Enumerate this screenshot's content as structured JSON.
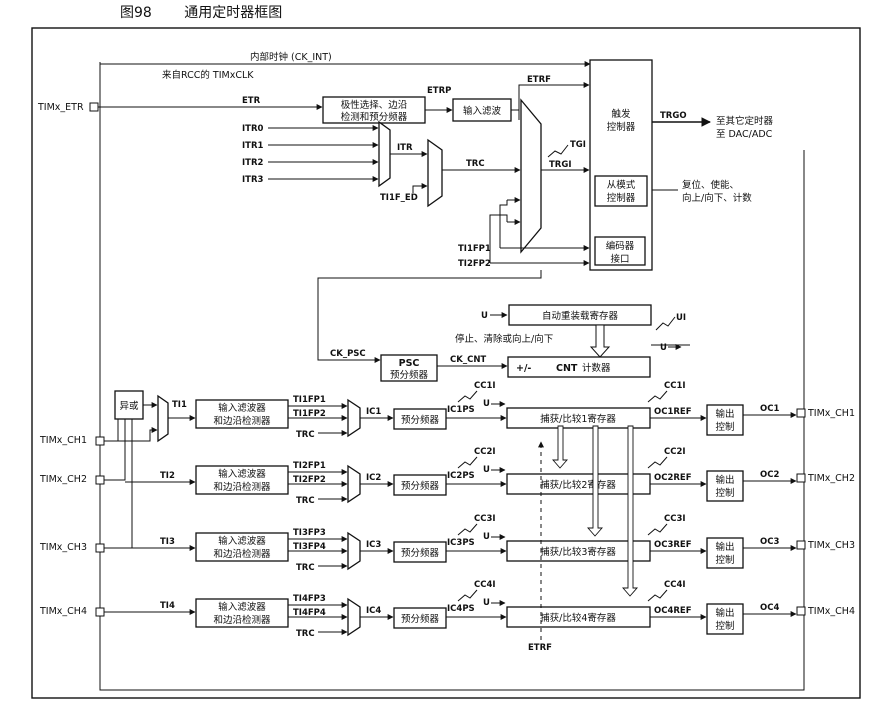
{
  "caption": {
    "number": "图98",
    "title": "通用定时器框图"
  },
  "pins": {
    "etr": "TIMx_ETR",
    "ch1_in": "TIMx_CH1",
    "ch2_in": "TIMx_CH2",
    "ch3_in": "TIMx_CH3",
    "ch4_in": "TIMx_CH4",
    "ch1_out": "TIMx_CH1",
    "ch2_out": "TIMx_CH2",
    "ch3_out": "TIMx_CH3",
    "ch4_out": "TIMx_CH4"
  },
  "clock": {
    "ck_int": "内部时钟 (CK_INT)",
    "rcc": "来自RCC的 TIMxCLK"
  },
  "signals": {
    "etr": "ETR",
    "etrp": "ETRP",
    "etrf": "ETRF",
    "itr0": "ITR0",
    "itr1": "ITR1",
    "itr2": "ITR2",
    "itr3": "ITR3",
    "itr": "ITR",
    "trc": "TRC",
    "ti1f_ed": "TI1F_ED",
    "tgi": "TGI",
    "trgi": "TRGI",
    "trgo": "TRGO",
    "ti1fp1": "TI1FP1",
    "ti2fp2": "TI2FP2",
    "ck_psc": "CK_PSC",
    "ck_cnt": "CK_CNT",
    "pm": "+/-",
    "ui": "UI",
    "u": "U",
    "ti1": "TI1",
    "ti2": "TI2",
    "ti3": "TI3",
    "ti4": "TI4",
    "ic1": "IC1",
    "ic2": "IC2",
    "ic3": "IC3",
    "ic4": "IC4",
    "ic1ps": "IC1PS",
    "ic2ps": "IC2PS",
    "ic3ps": "IC3PS",
    "ic4ps": "IC4PS",
    "cc1i": "CC1I",
    "cc2i": "CC2I",
    "cc3i": "CC3I",
    "cc4i": "CC4I",
    "oc1ref": "OC1REF",
    "oc2ref": "OC2REF",
    "oc3ref": "OC3REF",
    "oc4ref": "OC4REF",
    "oc1": "OC1",
    "oc2": "OC2",
    "oc3": "OC3",
    "oc4": "OC4",
    "ti1fp1_c": "TI1FP1",
    "ti1fp2_c": "TI1FP2",
    "ti2fp1_c": "TI2FP1",
    "ti2fp2_c": "TI2FP2",
    "ti3fp3_c": "TI3FP3",
    "ti3fp4_c": "TI3FP4",
    "ti4fp3_c": "TI4FP3",
    "ti4fp4_c": "TI4FP4",
    "trc1": "TRC",
    "trc2": "TRC",
    "trc3": "TRC",
    "trc4": "TRC",
    "etrf_bottom": "ETRF"
  },
  "blocks": {
    "polarity_l1": "极性选择、边沿",
    "polarity_l2": "检测和预分频器",
    "input_filter": "输入滤波",
    "trigger_l1": "触发",
    "trigger_l2": "控制器",
    "slave_l1": "从模式",
    "slave_l2": "控制器",
    "encoder_l1": "编码器",
    "encoder_l2": "接口",
    "arr": "自动重装载寄存器",
    "psc_name": "PSC",
    "psc_label": "预分频器",
    "cnt_name": "CNT",
    "cnt_label": "计数器",
    "xor": "异或",
    "filter_l1": "输入滤波器",
    "filter_l2": "和边沿检测器",
    "prescaler": "预分频器",
    "ccr1": "捕获/比较1寄存器",
    "ccr2": "捕获/比较2寄存器",
    "ccr3": "捕获/比较3寄存器",
    "ccr4": "捕获/比较4寄存器",
    "out_l1": "输出",
    "out_l2": "控制"
  },
  "notes": {
    "to_timers": "至其它定时器",
    "to_dac": "至 DAC/ADC",
    "reset_l1": "复位、使能、",
    "reset_l2": "向上/向下、计数",
    "stop": "停止、清除或向上/向下"
  }
}
